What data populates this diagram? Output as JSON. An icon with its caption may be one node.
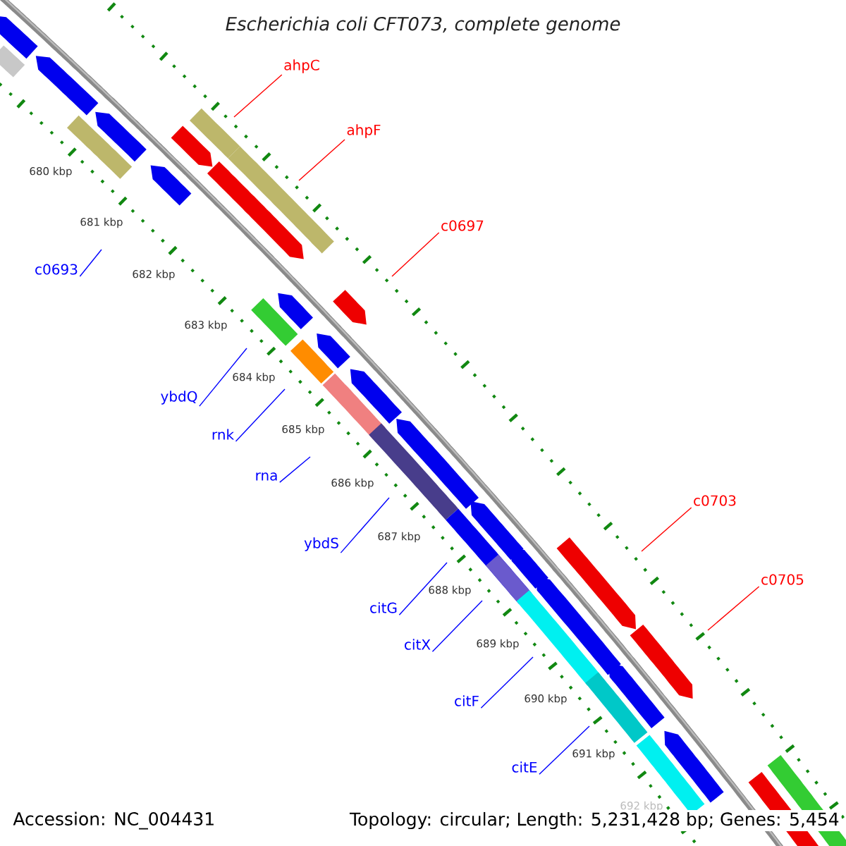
{
  "diagram": {
    "title": "Escherichia coli CFT073, complete genome",
    "nodes": [
      {
        "text": [
          "ahpC"
        ]
      },
      {
        "text": [
          "ahpF"
        ]
      },
      {
        "text": [
          "c0697"
        ]
      },
      {
        "text": [
          "c0693"
        ]
      },
      {
        "text": [
          "ybdQ"
        ]
      },
      {
        "text": [
          "rnk"
        ]
      },
      {
        "text": [
          "rna"
        ]
      },
      {
        "text": [
          "c0703"
        ]
      },
      {
        "text": [
          "ybdS"
        ]
      },
      {
        "text": [
          "c0705"
        ]
      },
      {
        "text": [
          "citG"
        ]
      },
      {
        "text": [
          "citX"
        ]
      },
      {
        "text": [
          "citF"
        ]
      },
      {
        "text": [
          "citE"
        ]
      }
    ],
    "edges": [
      {
        "from": 0,
        "to": null,
        "arrow": "none",
        "color": "#ff0000"
      },
      {
        "from": 1,
        "to": null,
        "arrow": "none",
        "color": "#ff0000"
      },
      {
        "from": 2,
        "to": null,
        "arrow": "none",
        "color": "#ff0000"
      },
      {
        "from": 3,
        "to": null,
        "arrow": "none"
      },
      {
        "from": 4,
        "to": null,
        "arrow": "none"
      },
      {
        "from": 5,
        "to": null,
        "arrow": "none"
      },
      {
        "from": 6,
        "to": null,
        "arrow": "none"
      },
      {
        "from": 7,
        "to": null,
        "arrow": "none",
        "color": "#ff0000"
      },
      {
        "from": 8,
        "to": null,
        "arrow": "none"
      },
      {
        "from": 9,
        "to": null,
        "arrow": "none",
        "color": "#ff0000"
      },
      {
        "from": 10,
        "to": null,
        "arrow": "none"
      },
      {
        "from": 11,
        "to": null,
        "arrow": "none"
      },
      {
        "from": 12,
        "to": null,
        "arrow": "none"
      },
      {
        "from": 13,
        "to": null,
        "arrow": "none"
      }
    ],
    "labels": [
      "680 kbp",
      "681 kbp",
      "682 kbp",
      "683 kbp",
      "684 kbp",
      "685 kbp",
      "686 kbp",
      "687 kbp",
      "688 kbp",
      "689 kbp",
      "690 kbp",
      "691 kbp",
      "692 kbp",
      "Accession: NC_004431",
      "Topology: circular; Length: 5,231,428 bp; Genes: 5,454"
    ]
  }
}
